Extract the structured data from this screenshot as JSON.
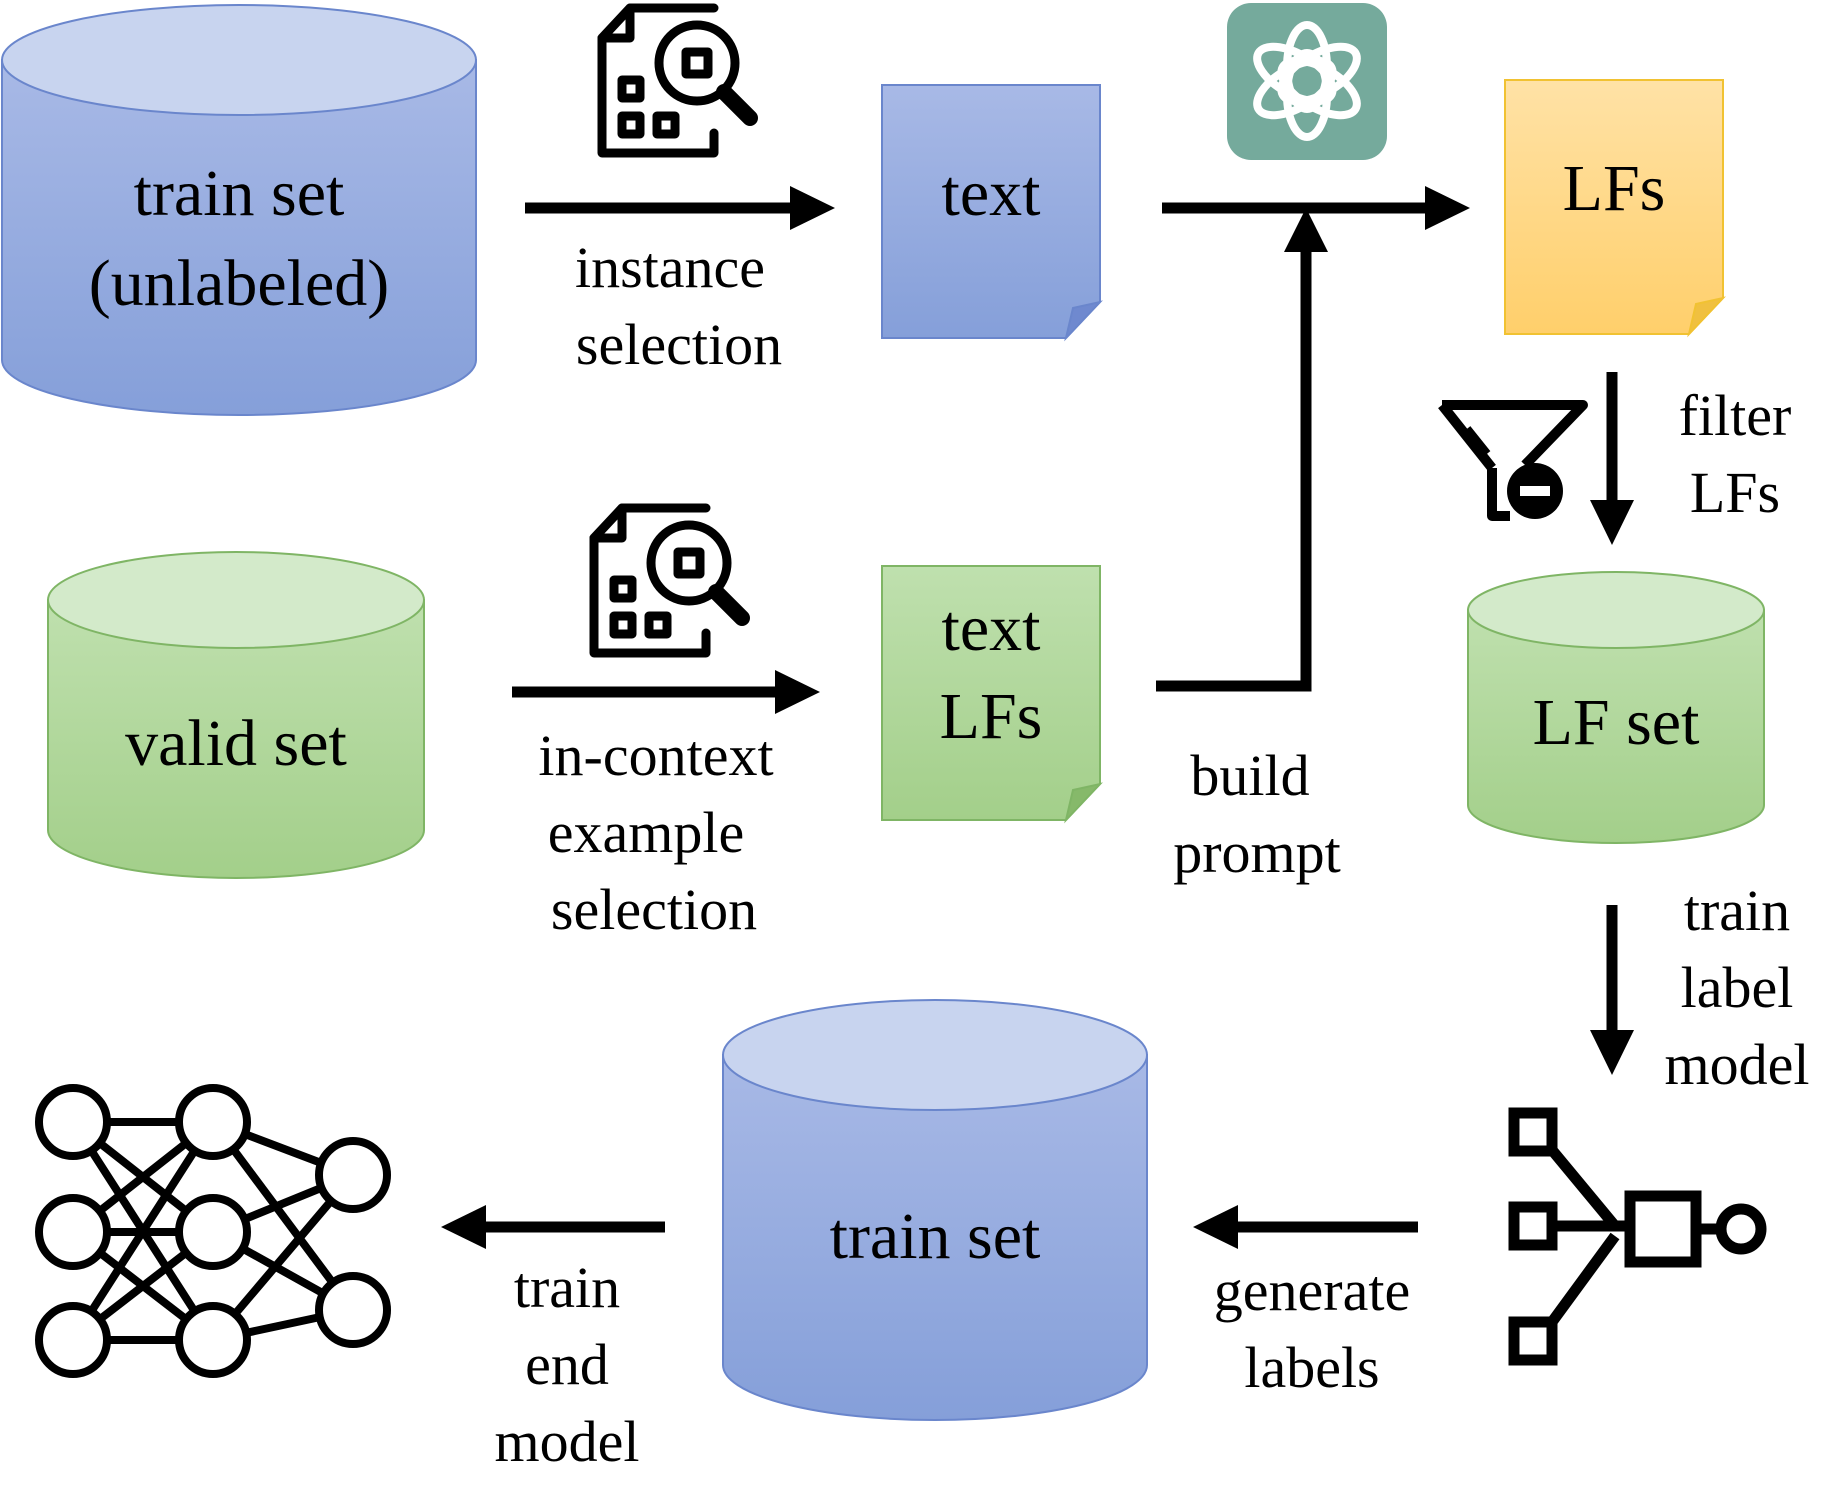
{
  "nodes": {
    "train_unlabeled": {
      "line1": "train set",
      "line2": "(unlabeled)"
    },
    "valid_set": {
      "label": "valid set"
    },
    "text_doc": {
      "label": "text"
    },
    "text_lfs_doc": {
      "line1": "text",
      "line2": "LFs"
    },
    "lfs_doc": {
      "label": "LFs"
    },
    "lf_set": {
      "label": "LF set"
    },
    "train_set": {
      "label": "train set"
    }
  },
  "edges": {
    "instance_selection": {
      "line1": "instance",
      "line2": "selection"
    },
    "in_context": {
      "line1": "in-context",
      "line2": "example",
      "line3": "selection"
    },
    "build_prompt": {
      "line1": "build",
      "line2": "prompt"
    },
    "filter_lfs": {
      "line1": "filter",
      "line2": "LFs"
    },
    "train_label_model": {
      "line1": "train",
      "line2": "label",
      "line3": "model"
    },
    "generate_labels": {
      "line1": "generate",
      "line2": "labels"
    },
    "train_end_model": {
      "line1": "train",
      "line2": "end",
      "line3": "model"
    }
  },
  "icons": {
    "search_doc": "document-search-icon",
    "llm": "openai-chatgpt-icon",
    "filter": "filter-remove-icon",
    "label_model": "label-model-icon",
    "neural_net": "neural-network-icon"
  },
  "colors": {
    "blue_top": "#c7d3ee",
    "blue_side": "#8fa6dc",
    "blue_stroke": "#6a86cc",
    "green_top": "#d4ebcb",
    "green_side": "#a7d08f",
    "green_stroke": "#7fb565",
    "yellow_fill": "#ffd77f",
    "yellow_stroke": "#f1c232",
    "gpt_tile": "#75aa9c"
  }
}
